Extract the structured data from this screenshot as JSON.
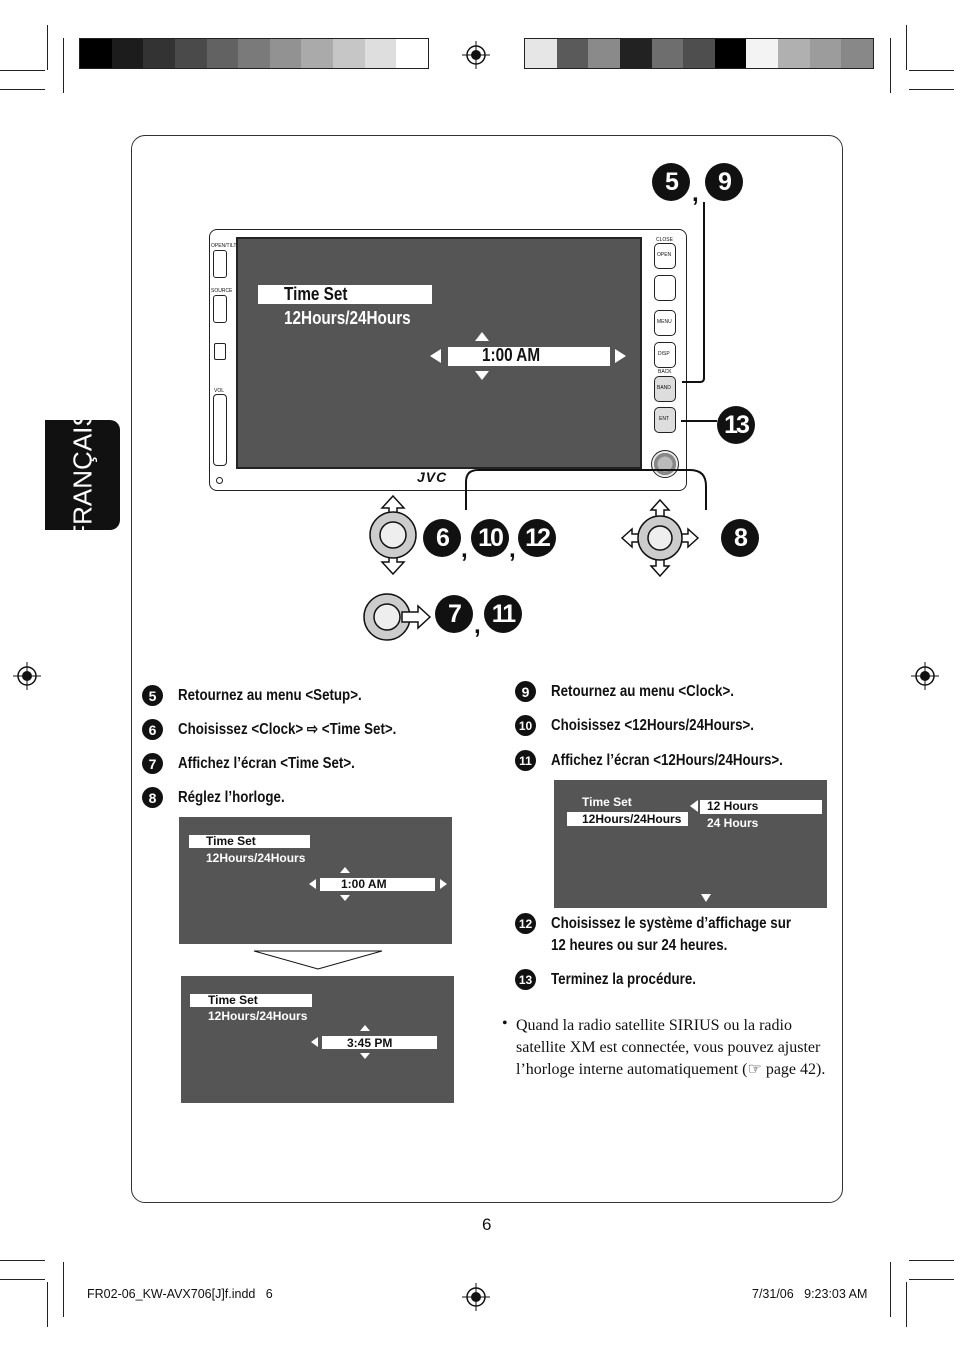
{
  "language_tab": "FRANÇAIS",
  "device": {
    "brand": "JVC",
    "left_labels": [
      "OPEN/TILT",
      "SOURCE",
      "VOL"
    ],
    "right_labels": [
      "CLOSE",
      "OPEN",
      "MENU",
      "DISP",
      "BACK",
      "BAND",
      "ENT"
    ],
    "screen": {
      "title": "Time Set",
      "subtitle": "12Hours/24Hours",
      "value": "1:00 AM"
    }
  },
  "callouts": {
    "top": [
      "5",
      "9"
    ],
    "right": "13",
    "left_knob": [
      "6",
      "10",
      "12"
    ],
    "right_knob": "8",
    "press_knob": [
      "7",
      "11"
    ]
  },
  "steps_left": [
    {
      "num": "5",
      "text": "Retournez au menu <Setup>."
    },
    {
      "num": "6",
      "text": "Choisissez <Clock> ⇨ <Time Set>."
    },
    {
      "num": "7",
      "text": "Affichez l’écran <Time Set>."
    },
    {
      "num": "8",
      "text": "Réglez l’horloge."
    }
  ],
  "steps_right": [
    {
      "num": "9",
      "text": "Retournez au menu <Clock>."
    },
    {
      "num": "10",
      "text": "Choisissez <12Hours/24Hours>."
    },
    {
      "num": "11",
      "text": "Affichez l’écran <12Hours/24Hours>."
    }
  ],
  "step_12": {
    "num": "12",
    "line1": "Choisissez le système d’affichage sur",
    "line2": "12 heures ou sur 24 heures."
  },
  "step_13": {
    "num": "13",
    "text": "Terminez la procédure."
  },
  "screen_before": {
    "title": "Time Set",
    "subtitle": "12Hours/24Hours",
    "value": "1:00 AM"
  },
  "screen_after": {
    "title": "Time Set",
    "subtitle": "12Hours/24Hours",
    "value": "3:45 PM"
  },
  "screen_hours": {
    "title": "Time Set",
    "subtitle": "12Hours/24Hours",
    "opt1": "12 Hours",
    "opt2": "24 Hours"
  },
  "note": {
    "bullet": "•",
    "text": "Quand la radio satellite SIRIUS ou la radio satellite XM est connectée, vous pouvez ajuster l’horloge interne automatiquement (☞ page 42)."
  },
  "page_number": "6",
  "footer": {
    "file": "FR02-06_KW-AVX706[J]f.indd   6",
    "timestamp": "7/31/06   9:23:03 AM"
  },
  "colors": {
    "screen_bg": "#555555",
    "badge": "#111111"
  }
}
